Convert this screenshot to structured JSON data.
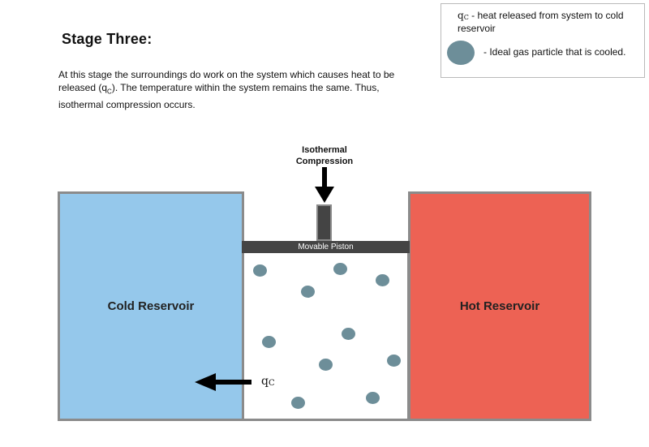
{
  "title": "Stage Three:",
  "description": "At this stage the surroundings do work on the system which causes heat to be released (qC). The temperature within the system remains the same. Thus, isothermal compression occurs.",
  "description_parts": {
    "before": "At this stage the surroundings do work on the system which causes heat to be released (q",
    "sub": "C",
    "after": "). The temperature within the system remains the same. Thus, isothermal compression occurs."
  },
  "legend": {
    "q_symbol": "q",
    "q_sub": "C",
    "q_text": " - heat released from system to cold reservoir",
    "particle_text": "- Ideal gas particle that is cooled."
  },
  "diagram": {
    "compression_label_line1": "Isothermal",
    "compression_label_line2": "Compression",
    "piston_label": "Movable Piston",
    "cold_reservoir": "Cold Reservoir",
    "hot_reservoir": "Hot Reservoir",
    "heat_symbol": "q",
    "heat_sub": "C"
  },
  "colors": {
    "cold": "#95c8eb",
    "hot": "#ed6254",
    "particle": "#6d8e99",
    "piston": "#444444",
    "border": "#8b8b8b"
  },
  "icons": {
    "compression_arrow": "arrow-down-icon",
    "heat_arrow": "arrow-left-icon",
    "particle": "gas-particle-icon"
  }
}
